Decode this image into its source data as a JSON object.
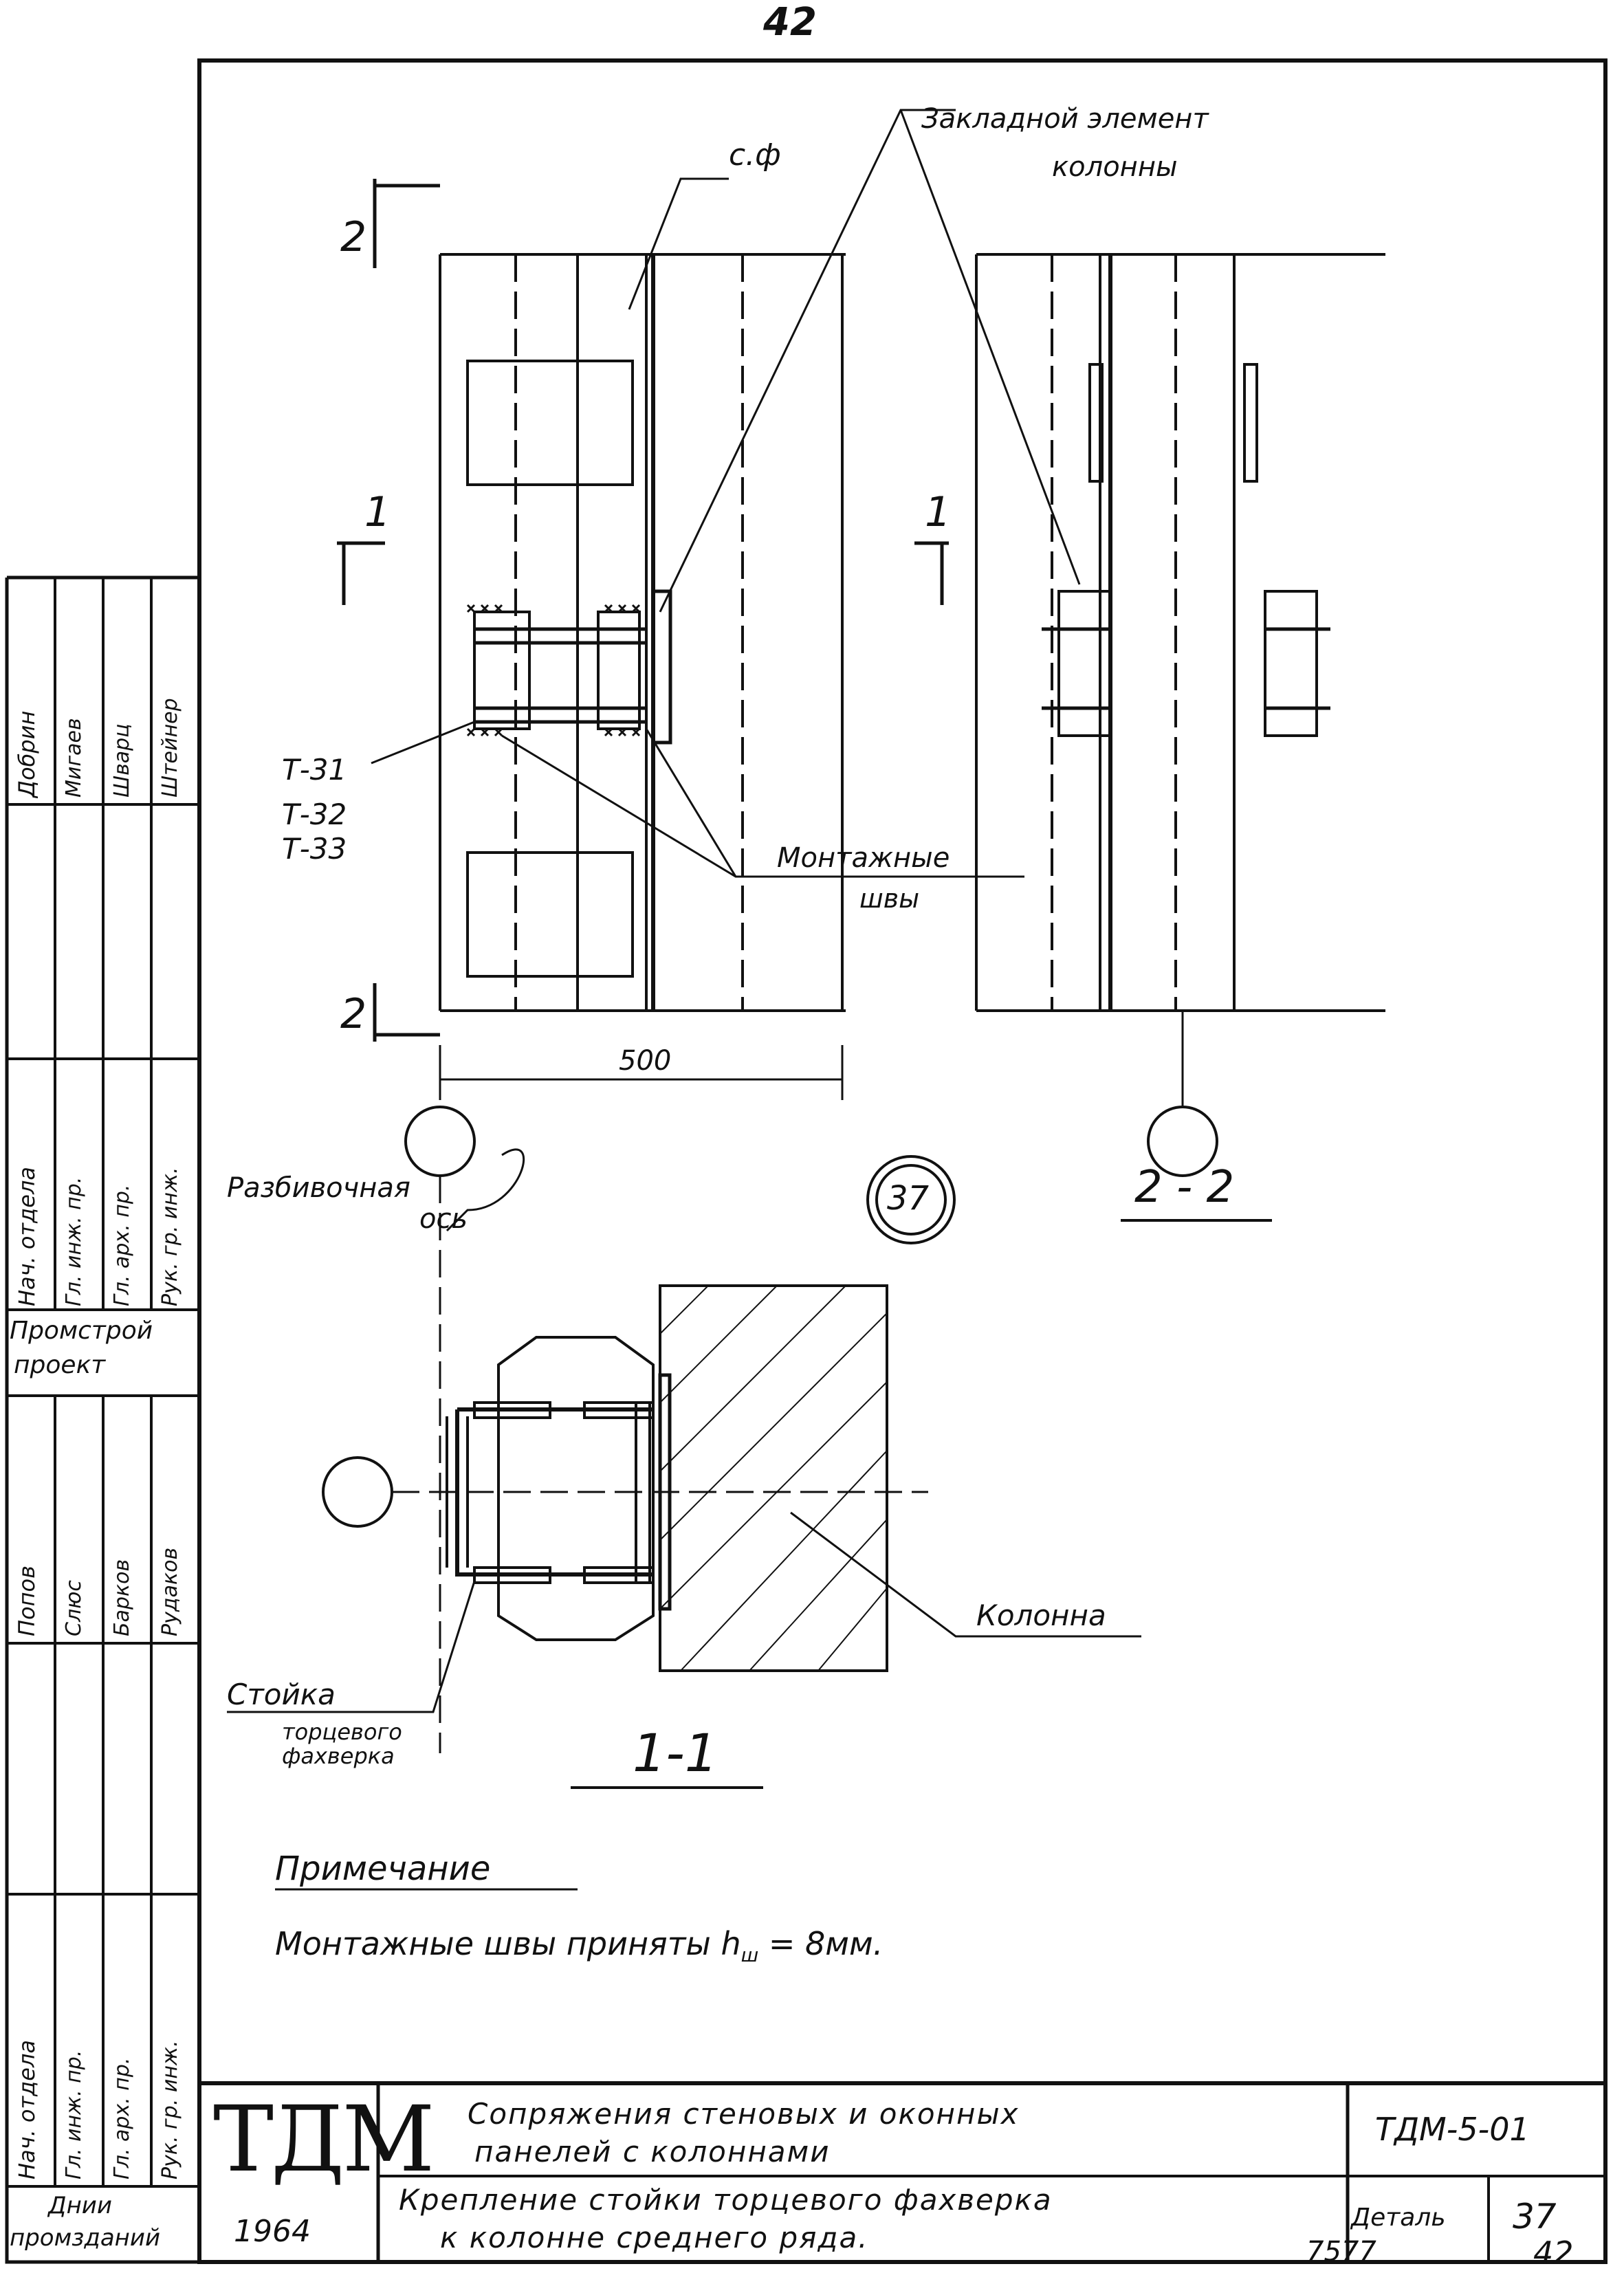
{
  "page_number_top": "42",
  "labels": {
    "sf": "с.ф",
    "embedded_element_line1": "Закладной элемент",
    "embedded_element_line2": "колонны",
    "t31": "Т-31",
    "t32": "Т-32",
    "t33": "Т-33",
    "mounting_welds_line1": "Монтажные",
    "mounting_welds_line2": "швы",
    "dimension_500": "500",
    "section_mark_2_top": "2",
    "section_mark_2_bottom": "2",
    "section_mark_1_left": "1",
    "section_mark_1_right": "1",
    "axis_label_line1": "Разбивочная",
    "axis_label_line2": "ось",
    "detail_number": "37",
    "section_2_2": "2 - 2",
    "column_label": "Колонна",
    "post_label_line1": "Стойка",
    "post_label_line2": "торцевого",
    "post_label_line3": "фахверка",
    "section_1_1": "1-1",
    "note_title": "Примечание",
    "note_text": "Монтажные швы приняты h",
    "note_subscript": "ш",
    "note_value": " = 8мм."
  },
  "side_stamp": {
    "col_a": [
      "Нач. отдела",
      "Гл. инж. пр.",
      "Гл. арх. пр.",
      "Рук. гр. инж."
    ],
    "col_b": [
      "Добрин",
      "Мигаев",
      "Шварц",
      "Штейнер"
    ],
    "org": [
      "Промстрой",
      "проект"
    ],
    "col_c": [
      "Нач. отдела",
      "Гл. инж. пр.",
      "Гл. арх. пр.",
      "Рук. гр. инж."
    ],
    "col_d": [
      "Попов",
      "Слюс",
      "Барков",
      "Рудаков"
    ],
    "org2": [
      "Днии",
      "промзданий"
    ]
  },
  "title_block": {
    "logo": "ТДМ",
    "year": "1964",
    "title_line1": "Сопряжения стеновых и оконных",
    "title_line2": "панелей с колоннами",
    "subtitle_line1": "Крепление стойки торцевого фахверка",
    "subtitle_line2": "к колонне среднего ряда.",
    "code": "ТДМ-5-01",
    "detail_label": "Деталь",
    "detail_number": "37"
  },
  "bottom_number": "7577",
  "bottom_page": "42"
}
